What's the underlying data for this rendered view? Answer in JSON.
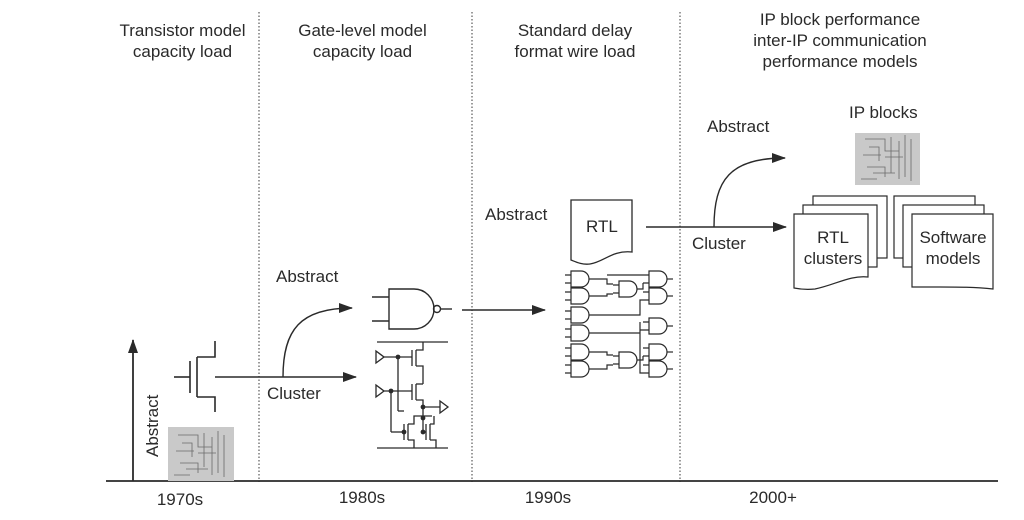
{
  "diagram": {
    "columns": [
      {
        "era": "1970s",
        "header": "Transistor model\ncapacity load"
      },
      {
        "era": "1980s",
        "header": "Gate-level model\ncapacity load"
      },
      {
        "era": "1990s",
        "header": "Standard delay\nformat wire load"
      },
      {
        "era": "2000+",
        "header": "IP block performance\ninter-IP communication\nperformance models"
      }
    ],
    "labels": {
      "axis_abstract": "Abstract",
      "abstract_1980s": "Abstract",
      "cluster_1980s": "Cluster",
      "abstract_1990s": "Abstract",
      "rtl_doc": "RTL",
      "abstract_2000s": "Abstract",
      "cluster_2000s": "Cluster",
      "ip_blocks": "IP blocks",
      "rtl_clusters": "RTL\nclusters",
      "software_models": "Software\nmodels"
    },
    "colors": {
      "line": "#2a2a2a",
      "chip_bg": "#c9c9c9",
      "divider": "#555555"
    }
  }
}
